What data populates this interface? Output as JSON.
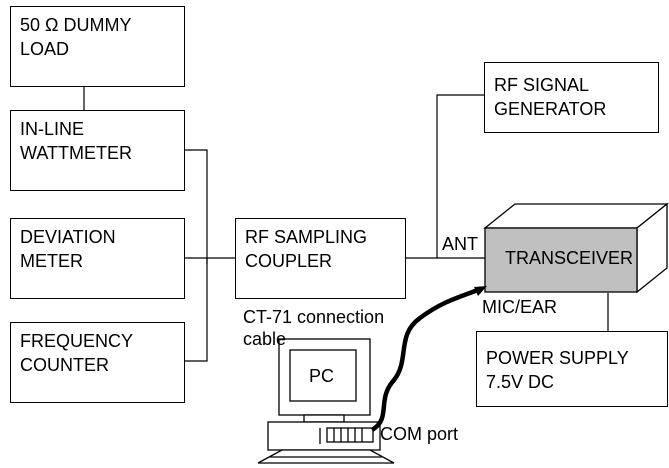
{
  "boxes": {
    "dummy_load": [
      "50 Ω  DUMMY",
      "LOAD"
    ],
    "wattmeter": [
      "IN-LINE",
      "WATTMETER"
    ],
    "deviation_meter": [
      "DEVIATION",
      "METER"
    ],
    "frequency_counter": [
      "FREQUENCY",
      "COUNTER"
    ],
    "sampling_coupler": [
      "RF SAMPLING",
      "COUPLER"
    ],
    "signal_generator": [
      "RF SIGNAL",
      "GENERATOR"
    ],
    "transceiver": "TRANSCEIVER",
    "power_supply": [
      "POWER SUPPLY",
      "7.5V DC"
    ]
  },
  "labels": {
    "ant": "ANT",
    "mic_ear": "MIC/EAR",
    "cable": [
      "CT-71 connection",
      "cable"
    ],
    "com_port": "COM port",
    "pc": "PC"
  },
  "colors": {
    "line": "#000000",
    "transceiver_fill": "#c0c0c0",
    "transceiver_side": "#ffffff"
  }
}
